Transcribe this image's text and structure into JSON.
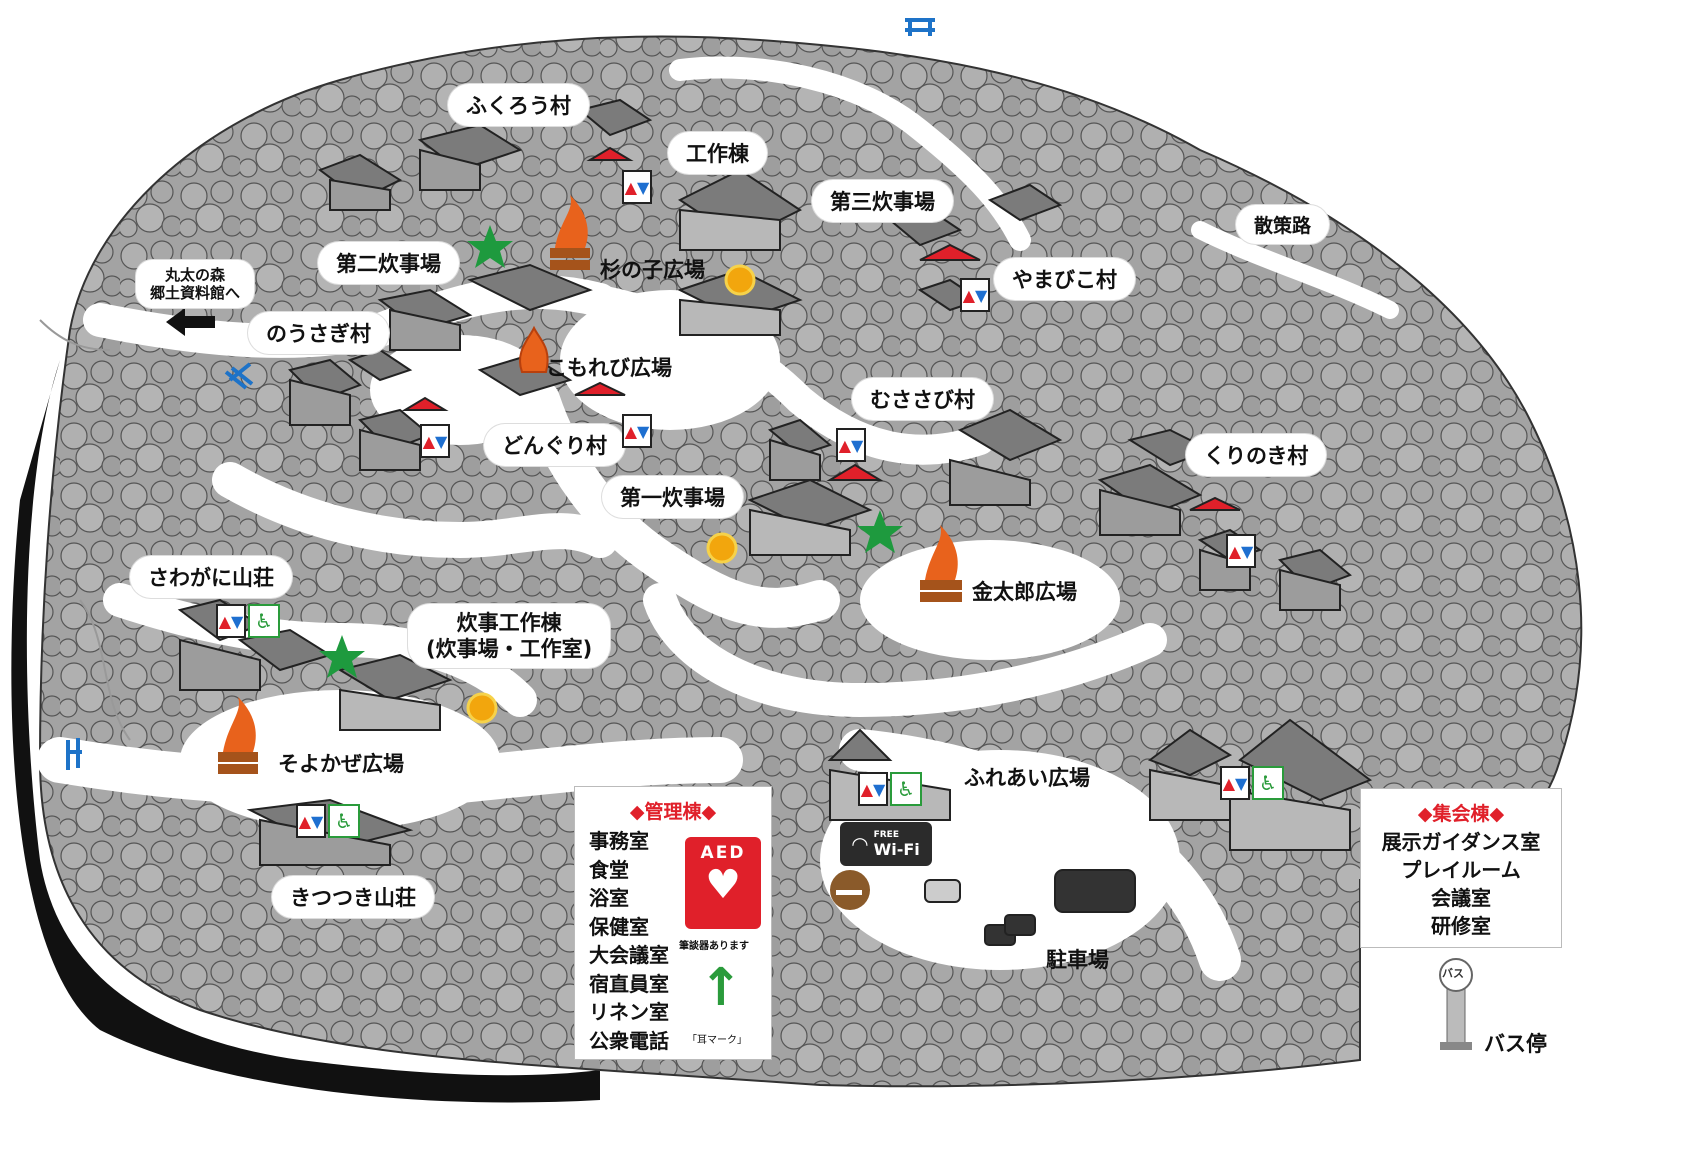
{
  "colors": {
    "tree_fill": "#9a9a9a",
    "tree_dark": "#6e6e6e",
    "path": "#ffffff",
    "ground": "#111111",
    "roof_red": "#e0202a",
    "star": "#1e9a3e",
    "sun": "#f2a60d",
    "fire": "#e8621c",
    "toilet_male": "#1e6fd0",
    "toilet_female": "#e0202a",
    "accessible": "#2a9b3b",
    "stream": "#1e73c8"
  },
  "labels": {
    "fukurou": "ふくろう村",
    "kousaku": "工作棟",
    "dai3": "第三炊事場",
    "sanpo": "散策路",
    "dai2": "第二炊事場",
    "suginoko": "杉の子広場",
    "yamabiko": "やまびこ村",
    "marutamori": "丸太の森",
    "kyoudo": "郷土資料館へ",
    "nousagi": "のうさぎ村",
    "komorebi": "こもれび広場",
    "musasabi": "むささび村",
    "donguri": "どんぐり村",
    "kurinoki": "くりのき村",
    "dai1": "第一炊事場",
    "kintarou": "金太郎広場",
    "sawagani": "さわがに山荘",
    "suiji_line1": "炊事工作棟",
    "suiji_line2": "(炊事場・工作室)",
    "soyokaze": "そよかぜ広場",
    "fureai": "ふれあい広場",
    "kitsutsuki": "きつつき山荘",
    "parking": "駐車場",
    "bus": "バス停",
    "bus_sign": "バス"
  },
  "kanri": {
    "title": "◆管理棟◆",
    "items": [
      "事務室",
      "食堂",
      "浴室",
      "保健室",
      "大会議室",
      "宿直員室",
      "リネン室",
      "公衆電話"
    ],
    "aed": "AED",
    "hitsudan": "筆談器あります",
    "mimi": "「耳マーク」"
  },
  "shukai": {
    "title": "◆集会棟◆",
    "items": [
      "展示ガイダンス室",
      "プレイルーム",
      "会議室",
      "研修室"
    ]
  },
  "wifi": {
    "top": "FREE",
    "bottom": "Wi-Fi"
  },
  "icons": [
    "star-icon",
    "campfire-icon",
    "sun-icon",
    "flame-icon",
    "toilet-icon",
    "accessible-icon",
    "wifi-icon",
    "smoking-icon",
    "aed-icon",
    "ear-mark-icon",
    "bus-stop-icon",
    "arrow-left-icon",
    "bridge-icon"
  ]
}
